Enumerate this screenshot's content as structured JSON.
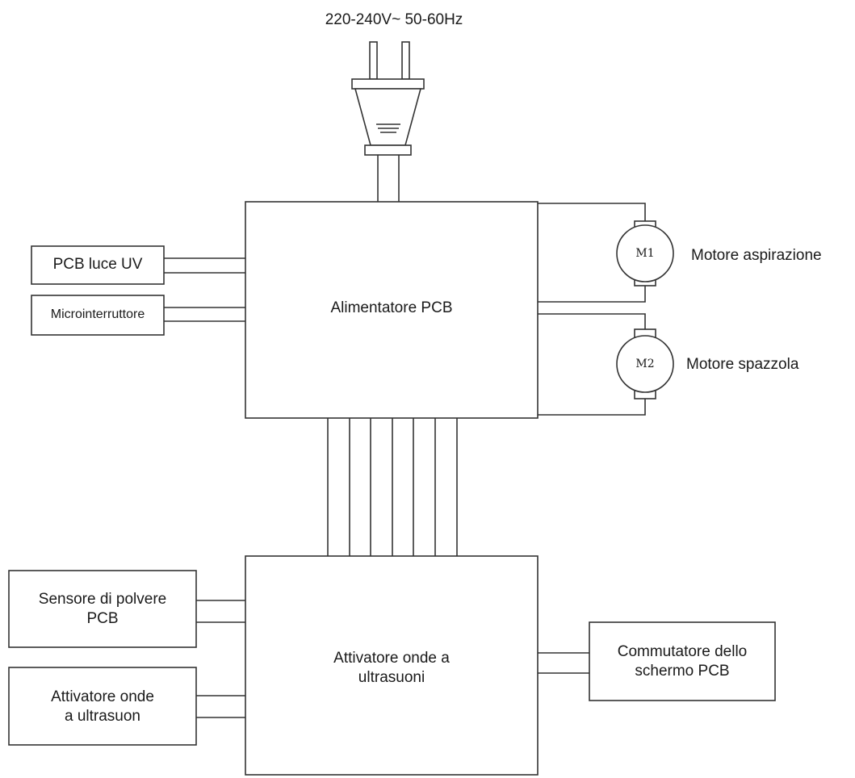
{
  "power_label": "220-240V~ 50-60Hz",
  "blocks": {
    "power_pcb": "Alimentatore PCB",
    "uv_pcb": "PCB luce UV",
    "microswitch": "Microinterruttore",
    "dust_sensor": [
      "Sensore di polvere",
      "PCB"
    ],
    "ultrasonic_small": [
      "Attivatore onde",
      "a ultrasuon"
    ],
    "ultrasonic_main": [
      "Attivatore onde a",
      "ultrasuoni"
    ],
    "screen_switch": [
      "Commutatore dello",
      "schermo PCB"
    ]
  },
  "motors": [
    {
      "symbol": "M1",
      "label": "Motore aspirazione"
    },
    {
      "symbol": "M2",
      "label": "Motore spazzola"
    }
  ]
}
